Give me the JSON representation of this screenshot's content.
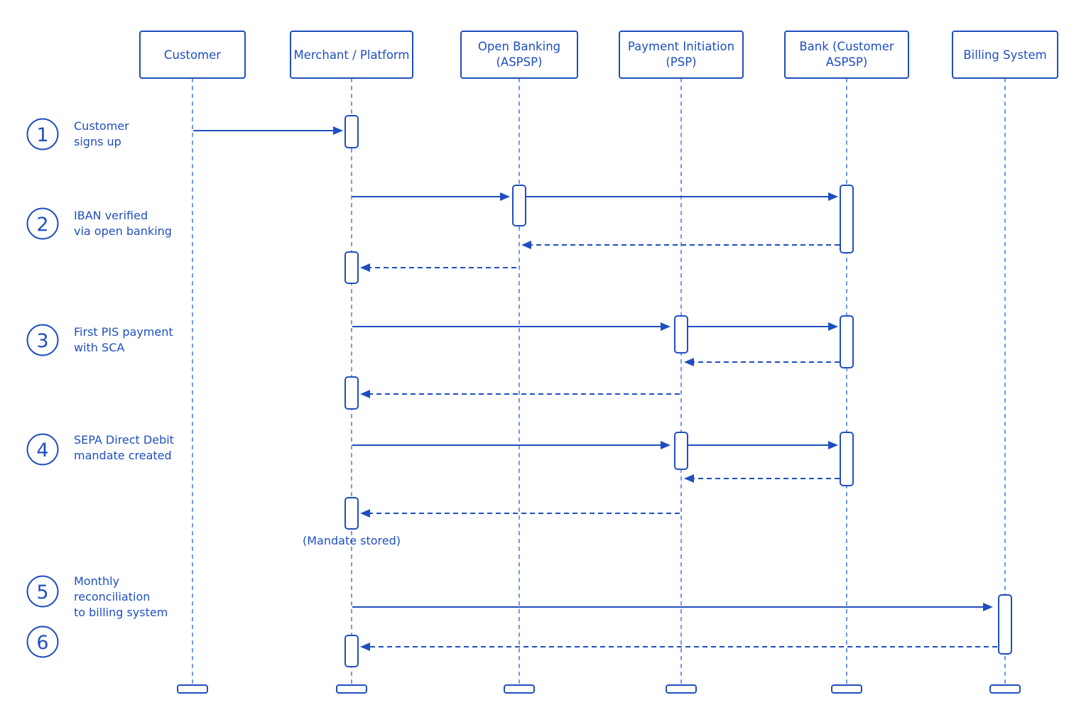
{
  "participants": [
    {
      "id": "customer",
      "lines": [
        "Customer"
      ]
    },
    {
      "id": "merchant",
      "lines": [
        "Merchant / Platform"
      ]
    },
    {
      "id": "openbanking",
      "lines": [
        "Open Banking",
        "(ASPSP)"
      ]
    },
    {
      "id": "psp",
      "lines": [
        "Payment Initiation",
        "(PSP)"
      ]
    },
    {
      "id": "bank",
      "lines": [
        "Bank (Customer",
        "ASPSP)"
      ]
    },
    {
      "id": "billing",
      "lines": [
        "Billing System"
      ]
    }
  ],
  "steps": [
    {
      "number": "1",
      "lines": [
        "Customer",
        "signs up"
      ]
    },
    {
      "number": "2",
      "lines": [
        "IBAN verified",
        "via open banking"
      ]
    },
    {
      "number": "3",
      "lines": [
        "First PIS payment",
        "with SCA"
      ]
    },
    {
      "number": "4",
      "lines": [
        "SEPA Direct Debit",
        "mandate created"
      ]
    },
    {
      "number": "5",
      "lines": [
        "Monthly",
        "reconciliation",
        "to billing system"
      ]
    },
    {
      "number": "6",
      "lines": []
    }
  ],
  "messages": [
    {
      "from": "customer",
      "to": "merchant",
      "kind": "sync"
    },
    {
      "from": "merchant",
      "to": "openbanking",
      "kind": "sync"
    },
    {
      "from": "openbanking",
      "to": "bank",
      "kind": "sync"
    },
    {
      "from": "bank",
      "to": "openbanking",
      "kind": "return"
    },
    {
      "from": "openbanking",
      "to": "merchant",
      "kind": "return"
    },
    {
      "from": "merchant",
      "to": "psp",
      "kind": "sync"
    },
    {
      "from": "psp",
      "to": "bank",
      "kind": "sync"
    },
    {
      "from": "bank",
      "to": "psp",
      "kind": "return"
    },
    {
      "from": "psp",
      "to": "merchant",
      "kind": "return"
    },
    {
      "from": "merchant",
      "to": "psp",
      "kind": "sync"
    },
    {
      "from": "psp",
      "to": "bank",
      "kind": "sync"
    },
    {
      "from": "bank",
      "to": "psp",
      "kind": "return"
    },
    {
      "from": "psp",
      "to": "merchant",
      "kind": "return"
    },
    {
      "from": "merchant",
      "to": "billing",
      "kind": "sync"
    },
    {
      "from": "billing",
      "to": "merchant",
      "kind": "return"
    }
  ],
  "notes": [
    {
      "participant": "merchant",
      "text": "(Mandate stored)"
    }
  ],
  "colors": {
    "primary": "#1f4fbf",
    "lifeline": "#3b6fe0",
    "background": "#ffffff"
  }
}
